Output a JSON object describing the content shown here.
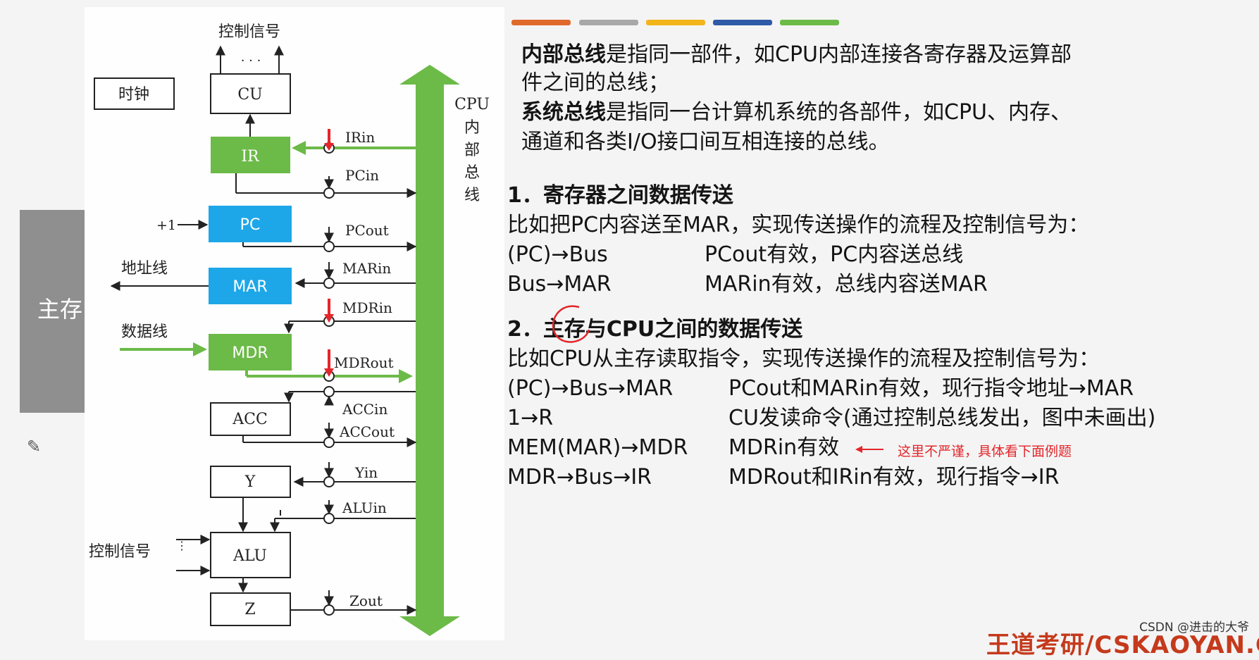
{
  "colors": {
    "green": "#6cba48",
    "blue": "#1ea7e8",
    "gray": "#8f8f8f",
    "red": "#e3262b",
    "stripes": [
      "#e06a2c",
      "#a8a8a8",
      "#f2b51c",
      "#2f5aa8",
      "#6cba48"
    ]
  },
  "diagram": {
    "memory_label": "主存",
    "top_control_label": "控制信号",
    "top_dots": "· · ·",
    "clock_label": "时钟",
    "bus_label_chars": [
      "CPU",
      "内",
      "部",
      "总",
      "线"
    ],
    "address_line_label": "地址线",
    "data_line_label": "数据线",
    "plus_one": "+1",
    "alu_control_label": "控制信号",
    "registers": {
      "cu": "CU",
      "ir": "IR",
      "pc": "PC",
      "mar": "MAR",
      "mdr": "MDR",
      "acc": "ACC",
      "y": "Y",
      "alu": "ALU",
      "z": "Z"
    },
    "signals": {
      "irin": "IRin",
      "pcin": "PCin",
      "pcout": "PCout",
      "marin": "MARin",
      "mdrin": "MDRin",
      "mdrout": "MDRout",
      "accin": "ACCin",
      "accout": "ACCout",
      "yin": "Yin",
      "aluin": "ALUin",
      "zout": "Zout"
    }
  },
  "text": {
    "p1_bold": "内部总线",
    "p1_a": "是指同一部件，如CPU内部连接各寄存器及运算部",
    "p1_b": "件之间的总线；",
    "p2_bold": "系统总线",
    "p2_a": "是指同一台计算机系统的各部件，如CPU、内存、",
    "p2_b": "通道和各类I/O接口间互相连接的总线。",
    "s1_title": "1．寄存器之间数据传送",
    "s1_intro": "比如把PC内容送至MAR，实现传送操作的流程及控制信号为：",
    "s1_rows": [
      {
        "op": "(PC)→Bus",
        "desc": "PCout有效，PC内容送总线"
      },
      {
        "op": "Bus→MAR",
        "desc": "MARin有效，总线内容送MAR"
      }
    ],
    "s2_title": "2．主存与CPU之间的数据传送",
    "s2_intro": "比如CPU从主存读取指令，实现传送操作的流程及控制信号为：",
    "s2_rows": [
      {
        "op": "(PC)→Bus→MAR",
        "desc": "PCout和MARin有效，现行指令地址→MAR"
      },
      {
        "op": "1→R",
        "desc": "CU发读命令(通过控制总线发出，图中未画出)"
      },
      {
        "op": "MEM(MAR)→MDR",
        "desc": "MDRin有效"
      },
      {
        "op": "MDR→Bus→IR",
        "desc": "MDRout和IRin有效，现行指令→IR"
      }
    ],
    "note": "这里不严谨，具体看下面例题"
  },
  "footer": {
    "watermark": "CSDN @进击的大爷",
    "brand": "王道考研/CSKAOYAN.COM"
  }
}
